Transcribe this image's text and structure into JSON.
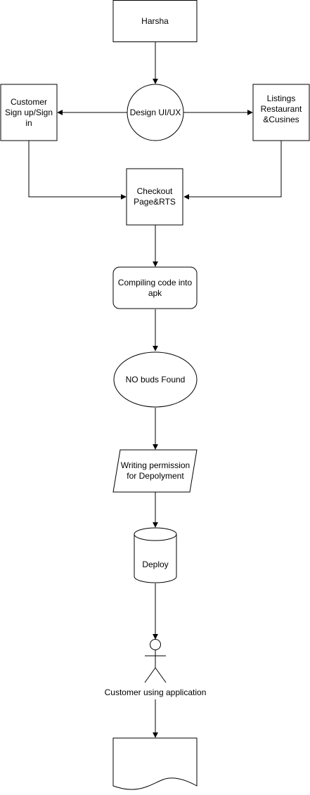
{
  "nodes": {
    "harsha": "Harsha",
    "design": "Design UI/UX",
    "customer_signup": "Customer\nSign up/Sign\nin",
    "listings": "Listings\nRestaurant\n&Cusines",
    "checkout": "Checkout\nPage&RTS",
    "compiling": "Compiling code into\napk",
    "no_bugs": "NO buds Found",
    "writing": "Writing permission\nfor Depolyment",
    "deploy": "Deploy",
    "customer_app": "Customer using application",
    "document": ""
  },
  "colors": {
    "stroke": "#000000",
    "fill": "#ffffff",
    "text": "#000000"
  }
}
